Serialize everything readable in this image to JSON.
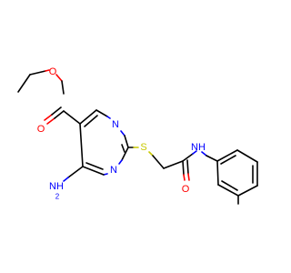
{
  "molecule": {
    "colors": {
      "carbon_bond": "#000000",
      "oxygen": "#ff0000",
      "nitrogen": "#0000ff",
      "sulfur": "#c8c800",
      "background": "#ffffff"
    },
    "atom_labels": {
      "ester_carbonyl_o": "O",
      "ester_ether_o": "O",
      "ring_n_top": "N",
      "ring_n_bottom": "N",
      "amine": "NH",
      "amine_subscript": "2",
      "thioether_s": "S",
      "amide_o": "O",
      "amide_nh": "NH"
    }
  }
}
